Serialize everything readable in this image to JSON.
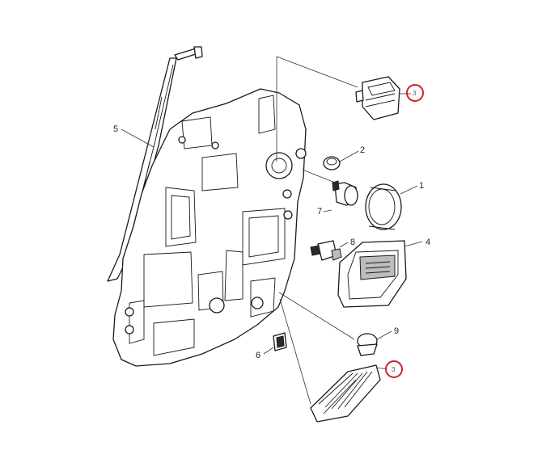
{
  "callouts": {
    "c1": "1",
    "c2": "2",
    "c3_top": "3",
    "c3_bottom": "3",
    "c4": "4",
    "c5": "5",
    "c6": "6",
    "c7": "7",
    "c8": "8",
    "c9": "9"
  },
  "highlight_color": "#d0202a"
}
